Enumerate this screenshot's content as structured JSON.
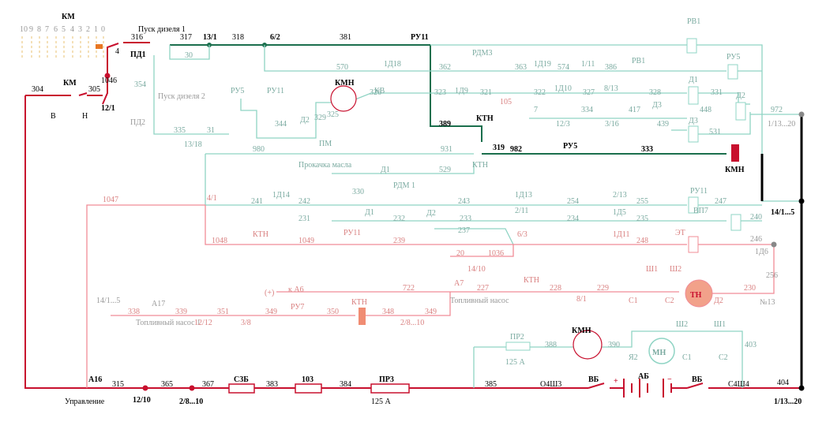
{
  "labels": {
    "km_top": "КМ",
    "km_scale": [
      "10",
      "9",
      "8",
      "7",
      "6",
      "5",
      "4",
      "3",
      "2",
      "1",
      "0"
    ],
    "pusk1": "Пуск дизеля 1",
    "pusk2": "Пуск дизеля 2",
    "pd1": "ПД1",
    "pd2": "ПД2",
    "prokachka": "Прокачка масла",
    "pm": "ПМ",
    "fuel_pump1": "Топливный насос 1",
    "fuel_pump": "Топливный насос",
    "upravlenie": "Управление",
    "k_a6": "к А6",
    "plus_paren": "(+)",
    "km_mid": "КМ",
    "v_label": "В",
    "n_label": "Н",
    "ab": "АБ",
    "plus": "+",
    "minus": "−",
    "vb1": "ВБ",
    "vb2": "ВБ",
    "o4sh3": "О4Ш3",
    "s4sh4": "С4Ш4",
    "amps_125_1": "125 А",
    "amps_125_2": "125 А",
    "tn": "ТН",
    "mn": "МН"
  },
  "components": {
    "ru11_a": "РУ11",
    "ru11_b": "РУ11",
    "ru11_c": "РУ11",
    "ru11_d": "РУ11",
    "rv1_a": "РВ1",
    "rv1_b": "РВ1",
    "ru5_a": "РУ5",
    "ru5_b": "РУ5",
    "ru5_c": "РУ5",
    "rdm3": "РДМ3",
    "rdm1": "РДМ 1",
    "kmn_a": "КМН",
    "kmn_b": "КМН",
    "kmn_c": "КМН",
    "kv": "КВ",
    "ktn_a": "КТН",
    "ktn_b": "КТН",
    "ktn_c": "КТН",
    "ktn_d": "КТН",
    "ktn_e": "КТН",
    "ktn_f": "КТН",
    "d1_a": "Д1",
    "d1_b": "Д1",
    "d1_c": "Д1",
    "d2_a": "Д2",
    "d2_b": "Д2",
    "d2_c": "Д2",
    "d3_a": "Д3",
    "d3_b": "Д3",
    "vp17": "ВП7",
    "et": "ЭТ",
    "a7": "А7",
    "a16": "А16",
    "a17": "А17",
    "ru7": "РУ7",
    "pr2": "ПР2",
    "pr3": "ПР3",
    "s3b": "С3Б",
    "r103": "103",
    "sh1_a": "Ш1",
    "sh2_a": "Ш2",
    "s1_a": "С1",
    "s2_a": "С2",
    "d2_m": "Д2",
    "sh2_b": "Ш2",
    "sh1_b": "Ш1",
    "ya2": "Я2",
    "s1_b": "С1",
    "s2_b": "С2"
  },
  "nodes": {
    "n12_1": "12/1",
    "n13_1": "13/1",
    "n6_2": "6/2",
    "n13_18": "13/18",
    "n1d18": "1Д18",
    "n1d9": "1Д9",
    "n1d10": "1Д10",
    "n8_13": "8/13",
    "n1d19": "1Д19",
    "n1_11": "1/11",
    "n12_3": "12/3",
    "n3_16": "3/16",
    "n105": "105",
    "n1_13_20a": "1/13...20",
    "n1_13_20b": "1/13...20",
    "n14_1_5a": "14/1...5",
    "n14_1_5b": "14/1...5",
    "n4_1": "4/1",
    "n1d14": "1Д14",
    "n1d13": "1Д13",
    "n2_13": "2/13",
    "n2_11": "2/11",
    "n1d5": "1Д5",
    "n6_3": "6/3",
    "n1d11": "1Д11",
    "n14_10": "14/10",
    "n1d6": "1Д6",
    "n8_1": "8/1",
    "n13": "№13",
    "n12_12": "12/12",
    "n3_8": "3/8",
    "n2_8_10a": "2/8...10",
    "n2_8_10b": "2/8...10",
    "n12_10": "12/10"
  },
  "wires": {
    "w304": "304",
    "w305": "305",
    "w1046": "1046",
    "w4": "4",
    "w316": "316",
    "w317": "317",
    "w318": "318",
    "w30": "30",
    "w381": "381",
    "w354": "354",
    "w335": "335",
    "w31": "31",
    "w570": "570",
    "w362": "362",
    "w363": "363",
    "w574": "574",
    "w386": "386",
    "w326": "326",
    "w323": "323",
    "w321": "321",
    "w322": "322",
    "w327": "327",
    "w328": "328",
    "w331": "331",
    "w7": "7",
    "w334": "334",
    "w417": "417",
    "w448": "448",
    "w439": "439",
    "w972": "972",
    "w531": "531",
    "w344": "344",
    "w329": "329",
    "w325": "325",
    "w389": "389",
    "w319": "319",
    "w980": "980",
    "w931": "931",
    "w529": "529",
    "w982": "982",
    "w333": "333",
    "w1047": "1047",
    "w241": "241",
    "w242": "242",
    "w330": "330",
    "w243": "243",
    "w254": "254",
    "w255": "255",
    "w247": "247",
    "w231": "231",
    "w232": "232",
    "w233": "233",
    "w234": "234",
    "w235": "235",
    "w240": "240",
    "w237": "237",
    "w1048": "1048",
    "w1049": "1049",
    "w239": "239",
    "w248": "248",
    "w246": "246",
    "w20": "20",
    "w1036": "1036",
    "w256": "256",
    "w722": "722",
    "w227": "227",
    "w228": "228",
    "w229": "229",
    "w230": "230",
    "w338": "338",
    "w339": "339",
    "w351": "351",
    "w349a": "349",
    "w350": "350",
    "w348": "348",
    "w349b": "349",
    "w385": "385",
    "w388": "388",
    "w390": "390",
    "w403": "403",
    "w315": "315",
    "w365": "365",
    "w367": "367",
    "w383": "383",
    "w384": "384",
    "w404": "404"
  },
  "colors": {
    "red": "#c8102e",
    "pink": "#f08c96",
    "dark_green": "#1b6f4d",
    "light_teal": "#8fd4c4",
    "black": "#000000",
    "gray": "#9a9a9a",
    "km_box": "#e87722"
  }
}
